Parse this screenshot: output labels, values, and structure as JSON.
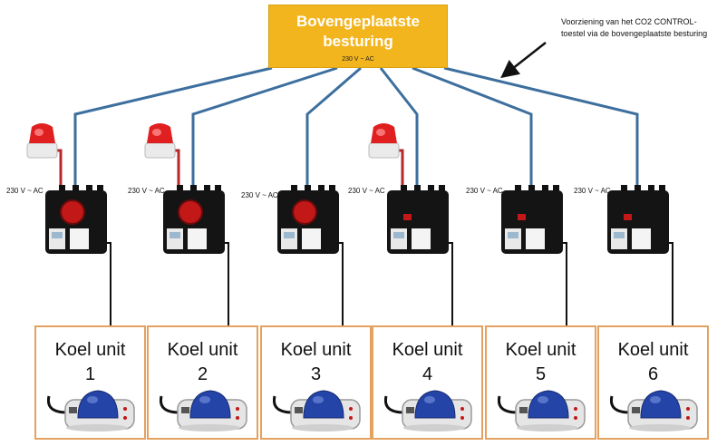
{
  "controller": {
    "title": "Bovengeplaatste\nbesturing",
    "voltage": "230 V ~ AC"
  },
  "note": "Voorziening van het CO2 CONTROL-toestel via de bovengeplaatste besturing",
  "device_voltage": "230 V ~ AC",
  "units": [
    {
      "label": "Koel unit",
      "number": "1"
    },
    {
      "label": "Koel unit",
      "number": "2"
    },
    {
      "label": "Koel unit",
      "number": "3"
    },
    {
      "label": "Koel unit",
      "number": "4"
    },
    {
      "label": "Koel unit",
      "number": "5"
    },
    {
      "label": "Koel unit",
      "number": "6"
    }
  ],
  "devices": [
    {
      "has_beacon": true,
      "has_red_knob": true
    },
    {
      "has_beacon": true,
      "has_red_knob": true
    },
    {
      "has_beacon": false,
      "has_red_knob": true
    },
    {
      "has_beacon": true,
      "has_red_knob": false
    },
    {
      "has_beacon": false,
      "has_red_knob": false
    },
    {
      "has_beacon": false,
      "has_red_knob": false
    }
  ],
  "colors": {
    "controller_fill": "#f2b51e",
    "bus_wire": "#3d6f9e",
    "beacon_wire": "#b5282b",
    "unit_border": "#e4a260",
    "dome": "#2444a8"
  }
}
